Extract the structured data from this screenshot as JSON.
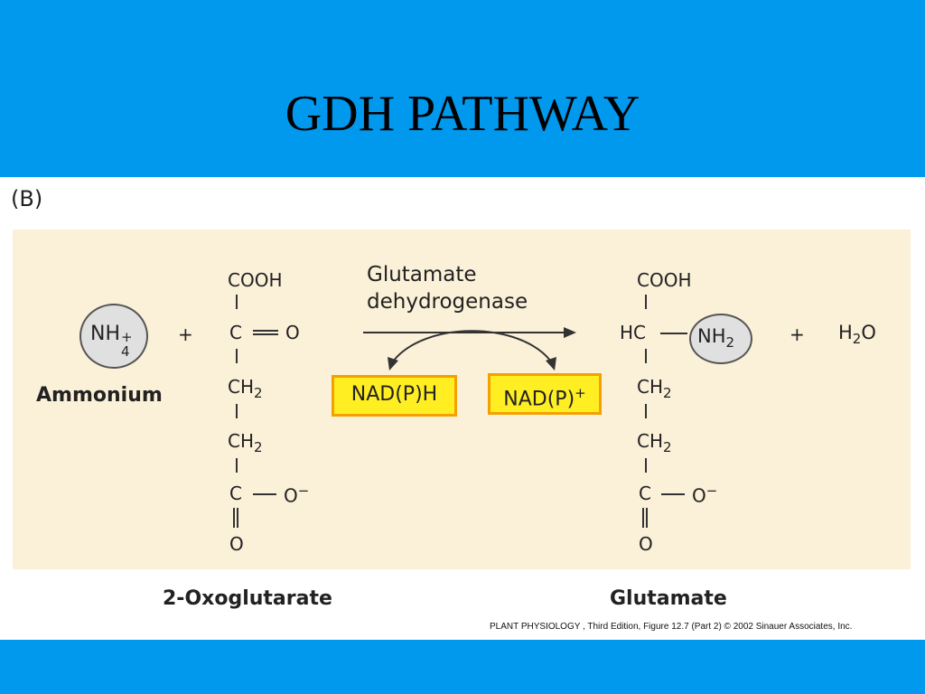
{
  "slide": {
    "title": "GDH PATHWAY",
    "panel_label": "(B)",
    "credit": "PLANT PHYSIOLOGY , Third Edition, Figure 12.7 (Part 2)  © 2002 Sinauer Associates, Inc.",
    "colors": {
      "band": "#0099ee",
      "panel": "#fbf0d8",
      "cofactor_fill": "#ffee22",
      "cofactor_border": "#f4a000"
    }
  },
  "reaction": {
    "ammonium": {
      "formula_main": "NH",
      "formula_sup": "+",
      "formula_sub": "4",
      "name": "Ammonium"
    },
    "plus_1": "+",
    "plus_2": "+",
    "oxoglutarate": {
      "name": "2-Oxoglutarate",
      "atoms": {
        "cooh": "COOH",
        "c_keto": "C",
        "o_keto": "O",
        "ch2_a": "CH",
        "ch2_b": "CH",
        "sub_2": "2",
        "c_carboxylate": "C",
        "o_minus": "O",
        "minus": "−",
        "o_bottom": "O"
      }
    },
    "enzyme": {
      "line1": "Glutamate",
      "line2": "dehydrogenase"
    },
    "cofactors": {
      "reduced": "NAD(P)H",
      "oxidized_main": "NAD(P)",
      "oxidized_sup": "+"
    },
    "glutamate": {
      "name": "Glutamate",
      "atoms": {
        "cooh": "COOH",
        "hc": "HC",
        "nh2_main": "NH",
        "nh2_sub": "2",
        "ch2_a": "CH",
        "ch2_b": "CH",
        "sub_2": "2",
        "c_carboxylate": "C",
        "o_minus": "O",
        "minus": "−",
        "o_bottom": "O"
      }
    },
    "water": {
      "main_h": "H",
      "sub": "2",
      "main_o": "O"
    }
  }
}
